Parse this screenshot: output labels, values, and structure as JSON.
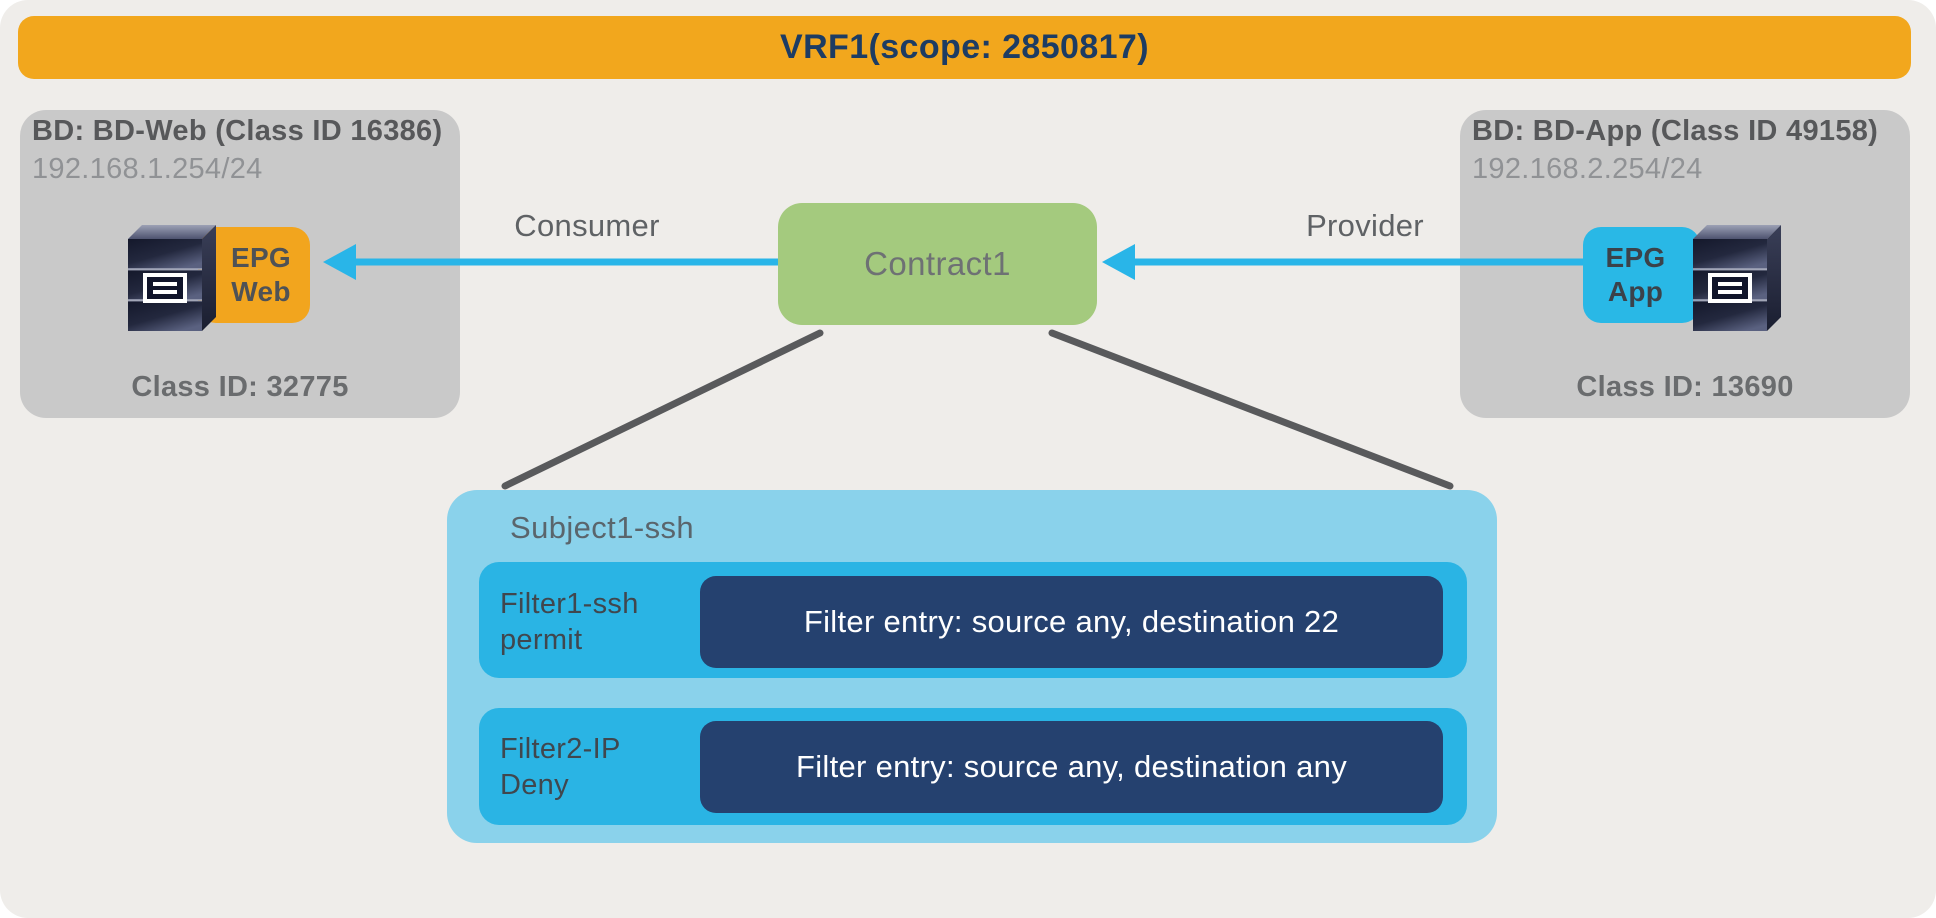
{
  "vrf": {
    "title": "VRF1(scope: 2850817)"
  },
  "bd_web": {
    "title": "BD: BD-Web (Class ID 16386)",
    "subnet": "192.168.1.254/24",
    "class_id": "Class ID: 32775",
    "epg_line1": "EPG",
    "epg_line2": "Web"
  },
  "bd_app": {
    "title": "BD: BD-App (Class ID 49158)",
    "subnet": "192.168.2.254/24",
    "class_id": "Class ID: 13690",
    "epg_line1": "EPG",
    "epg_line2": "App"
  },
  "contract": {
    "label": "Contract1"
  },
  "relations": {
    "consumer": "Consumer",
    "provider": "Provider"
  },
  "subject": {
    "title": "Subject1-ssh",
    "filters": [
      {
        "name_line1": "Filter1-ssh",
        "name_line2": "permit",
        "entry": "Filter entry: source any, destination 22"
      },
      {
        "name_line1": "Filter2-IP",
        "name_line2": "Deny",
        "entry": "Filter entry: source any, destination any"
      }
    ]
  },
  "icons": {
    "epg_web_device": "server-icon",
    "epg_app_device": "server-icon"
  },
  "colors": {
    "panel_background": "#EFEDEA",
    "banner_orange": "#F2A71D",
    "banner_text_navy": "#1D3C63",
    "bd_gray": "#C9C9C9",
    "contract_green": "#A4CA7E",
    "arrow_blue": "#29B5E8",
    "epg_web_orange": "#F2A51E",
    "epg_app_blue": "#29B8E6",
    "subject_light_blue": "#8AD2EB",
    "filter_blue": "#2AB4E4",
    "entry_navy": "#25416F",
    "connector_gray": "#595A5C"
  }
}
